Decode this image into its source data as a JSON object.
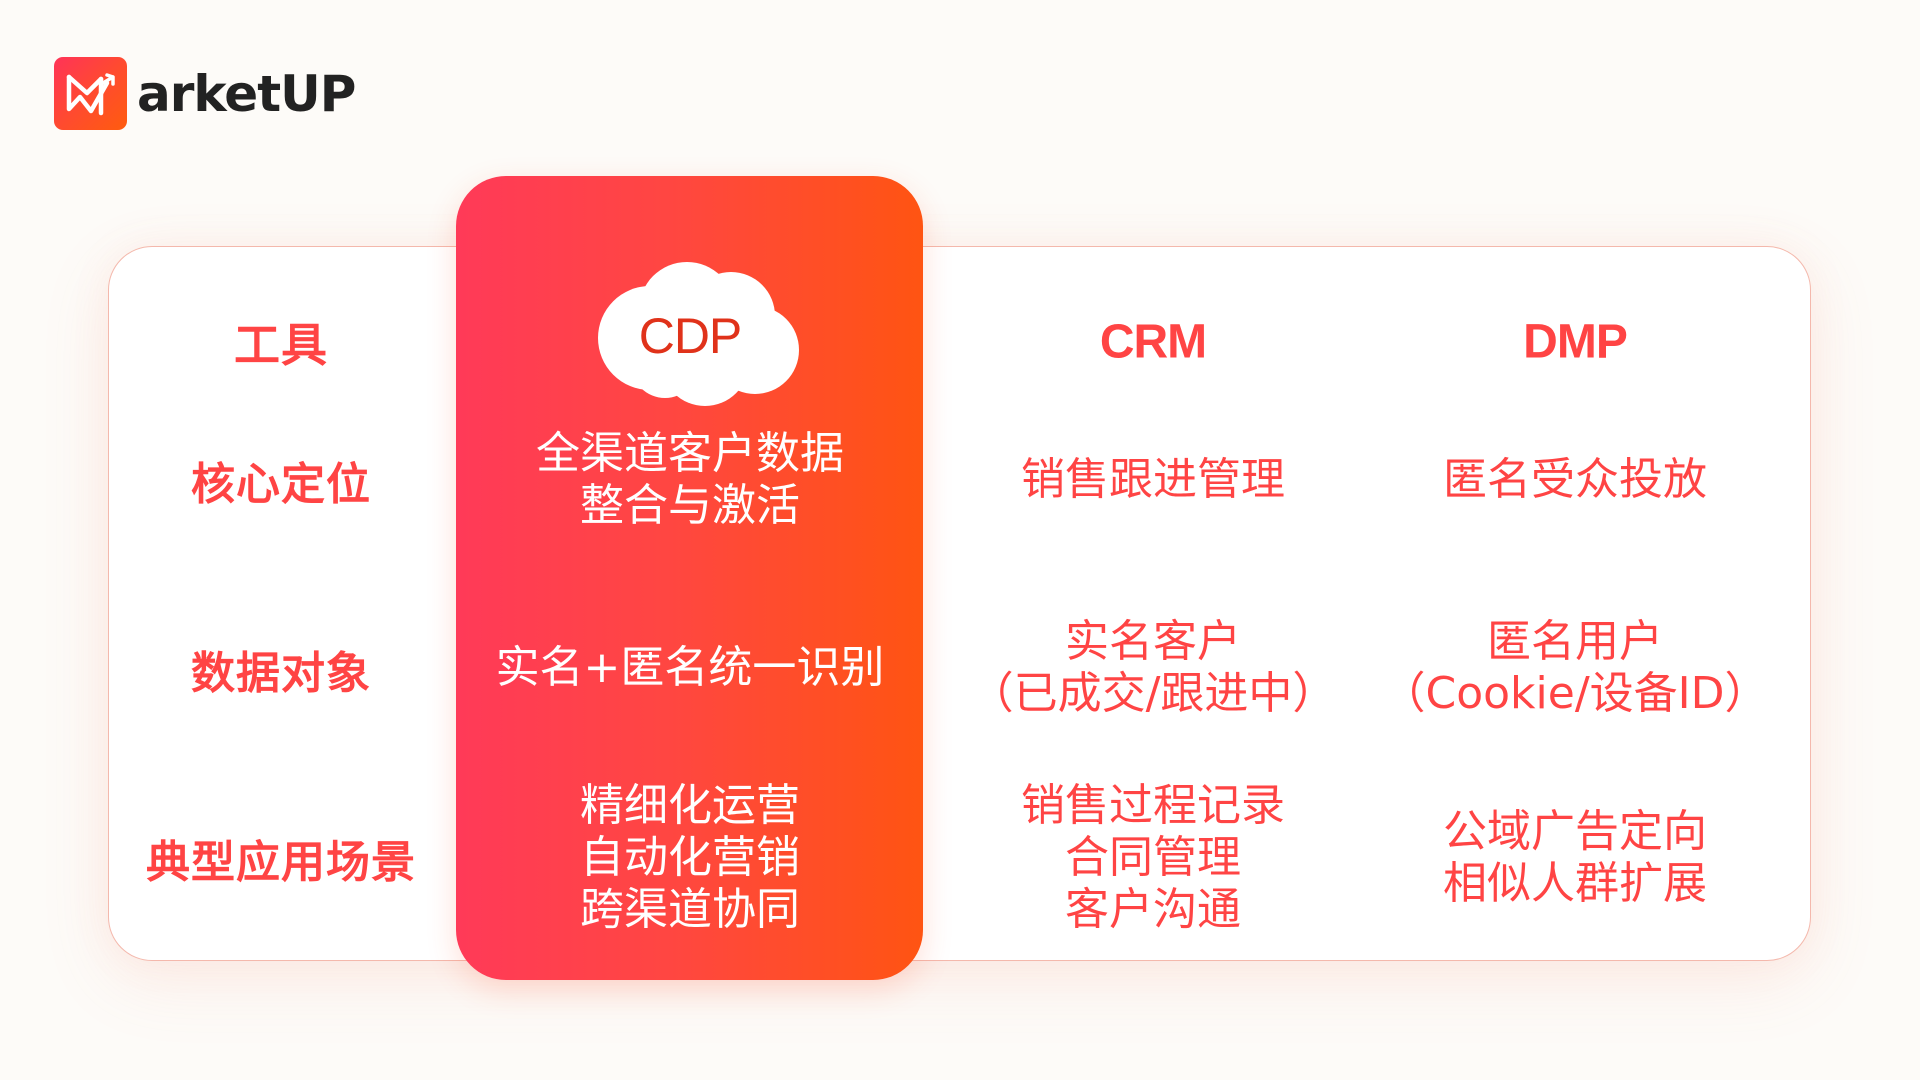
{
  "brand": {
    "name": "arketUP",
    "logo_icon": "marketup-m-arrow-icon",
    "colors": {
      "gradient_start": "#FF3358",
      "gradient_end": "#FF5C0E",
      "text": "#222222"
    }
  },
  "theme": {
    "accent": "#FF4444",
    "highlight_gradient": [
      "#FF3A58",
      "#FF5412"
    ],
    "cdp_badge_text": "#E0321A",
    "card_border": "#F4B8AC",
    "background": "#FDFBF8"
  },
  "table": {
    "row_header_label": "工具",
    "row_labels": [
      "核心定位",
      "数据对象",
      "典型应用场景"
    ],
    "columns": [
      {
        "name": "CDP",
        "icon": "cloud-icon",
        "highlighted": true,
        "cells": [
          [
            "全渠道客户数据",
            "整合与激活"
          ],
          [
            "实名+匿名统一识别"
          ],
          [
            "精细化运营",
            "自动化营销",
            "跨渠道协同"
          ]
        ]
      },
      {
        "name": "CRM",
        "highlighted": false,
        "cells": [
          [
            "销售跟进管理"
          ],
          [
            "实名客户",
            "（已成交/跟进中）"
          ],
          [
            "销售过程记录",
            "合同管理",
            "客户沟通"
          ]
        ]
      },
      {
        "name": "DMP",
        "highlighted": false,
        "cells": [
          [
            "匿名受众投放"
          ],
          [
            "匿名用户",
            "（Cookie/设备ID）"
          ],
          [
            "公域广告定向",
            "相似人群扩展"
          ]
        ]
      }
    ]
  }
}
